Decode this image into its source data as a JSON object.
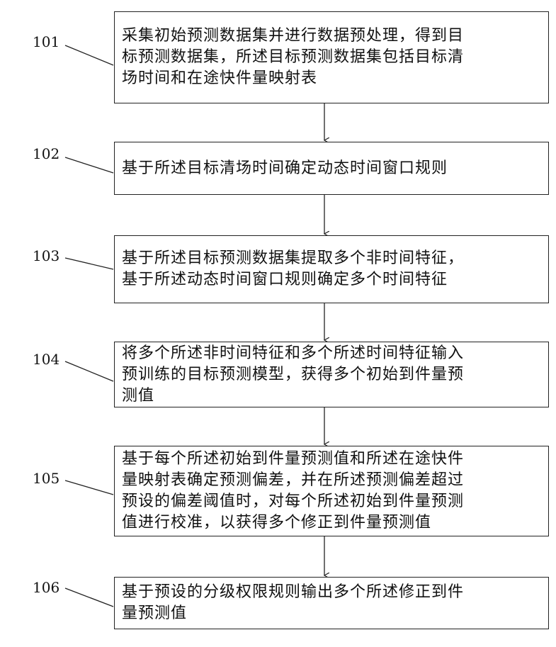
{
  "steps": [
    {
      "id": "101",
      "text": "采集初始预测数据集并进行数据预处理，得到目\n标预测数据集，所述目标预测数据集包括目标清\n场时间和在途快件量映射表"
    },
    {
      "id": "102",
      "text": "基于所述目标清场时间确定动态时间窗口规则"
    },
    {
      "id": "103",
      "text": "基于所述目标预测数据集提取多个非时间特征，\n基于所述动态时间窗口规则确定多个时间特征"
    },
    {
      "id": "104",
      "text": "将多个所述非时间特征和多个所述时间特征输入\n预训练的目标预测模型，获得多个初始到件量预\n测值"
    },
    {
      "id": "105",
      "text": "基于每个所述初始到件量预测值和所述在途快件\n量映射表确定预测偏差，并在所述预测偏差超过\n预设的偏差阈值时，对每个所述初始到件量预测\n值进行校准，以获得多个修正到件量预测值"
    },
    {
      "id": "106",
      "text": "基于预设的分级权限规则输出多个所述修正到件\n量预测值"
    }
  ]
}
